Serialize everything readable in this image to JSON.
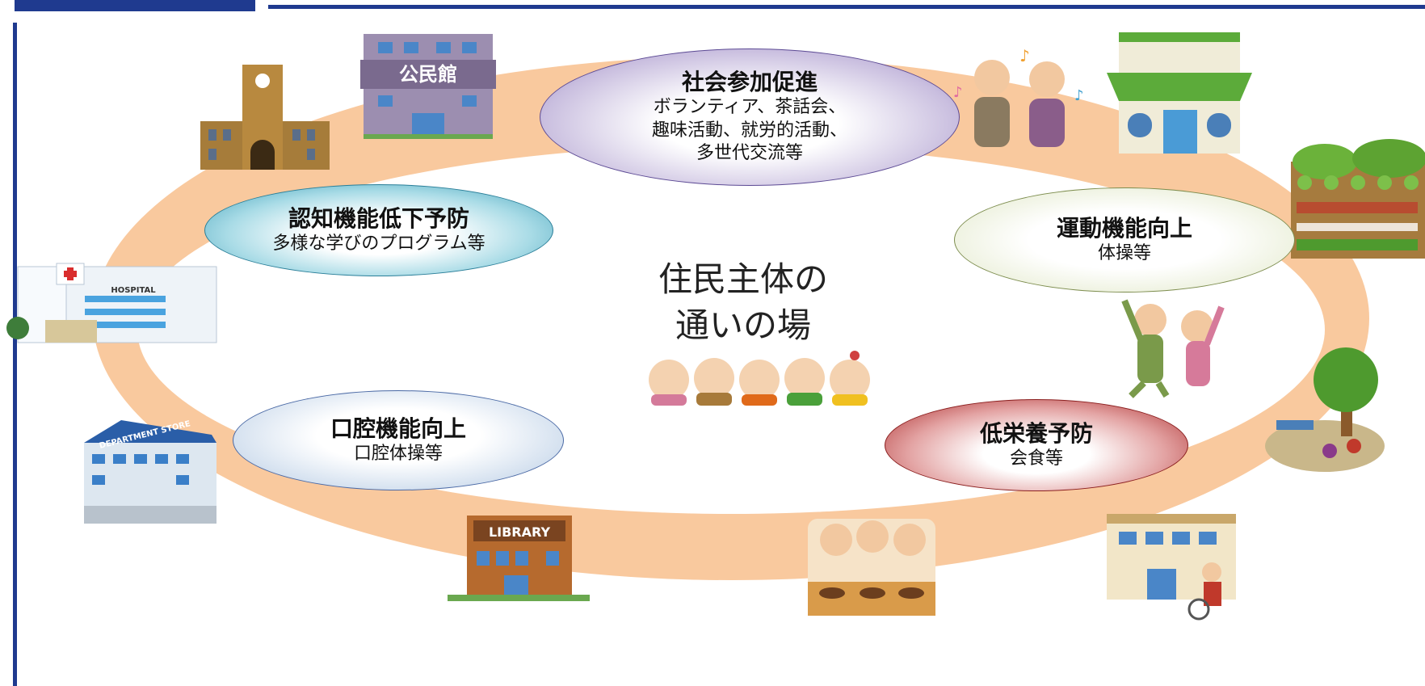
{
  "center": {
    "title": "住民主体の\n通いの場"
  },
  "activities": {
    "social": {
      "title": "社会参加促進",
      "detail": "ボランティア、茶話会、\n趣味活動、就労的活動、\n多世代交流等"
    },
    "cognitive": {
      "title": "認知機能低下予防",
      "detail": "多様な学びのプログラム等"
    },
    "motor": {
      "title": "運動機能向上",
      "detail": "体操等"
    },
    "oral": {
      "title": "口腔機能向上",
      "detail": "口腔体操等"
    },
    "nutrition": {
      "title": "低栄養予防",
      "detail": "会食等"
    }
  },
  "signs": {
    "community_hall": "公民館",
    "hospital": "HOSPITAL",
    "department_store": "DEPARTMENT STORE",
    "library": "LIBRARY"
  },
  "colors": {
    "frame": "#1f3a8f",
    "ring": "#f9c99e",
    "social": "#8671b3",
    "cognitive": "#3a9cb6",
    "motor": "#c9d3a8",
    "oral": "#a5bcdc",
    "nutrition": "#a82424"
  }
}
